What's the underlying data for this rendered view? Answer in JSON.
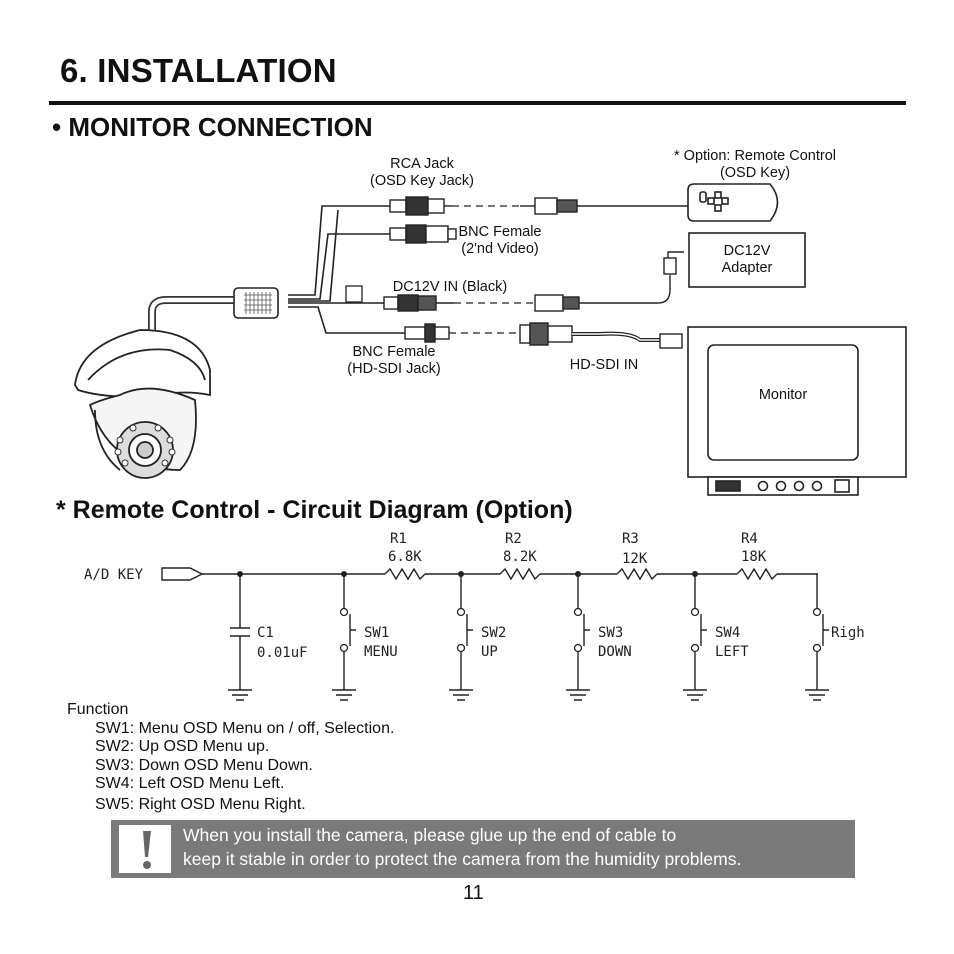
{
  "page": {
    "title": "6. INSTALLATION",
    "section_monitor": "• MONITOR CONNECTION",
    "section_remote": "* Remote Control - Circuit Diagram (Option)",
    "page_number": "11"
  },
  "diagram": {
    "rca_jack": [
      "RCA Jack",
      "(OSD Key Jack)"
    ],
    "option_remote": [
      "* Option: Remote Control",
      "(OSD Key)"
    ],
    "bnc_female_2nd": [
      "BNC Female",
      "(2'nd Video)"
    ],
    "dc12v_adapter": [
      "DC12V",
      "Adapter"
    ],
    "dc12v_in": "DC12V IN (Black)",
    "bnc_female_hdsdi": [
      "BNC Female",
      "(HD-SDI Jack)"
    ],
    "hdsdi_in": "HD-SDI IN",
    "monitor": "Monitor"
  },
  "circuit": {
    "input_label": "A/D KEY",
    "capacitor": [
      "C1",
      "0.01uF"
    ],
    "resistors": [
      {
        "name": "R1",
        "value": "6.8K"
      },
      {
        "name": "R2",
        "value": "8.2K"
      },
      {
        "name": "R3",
        "value": "12K"
      },
      {
        "name": "R4",
        "value": "18K"
      }
    ],
    "switches": [
      {
        "name": "SW1",
        "label": "MENU"
      },
      {
        "name": "SW2",
        "label": "UP"
      },
      {
        "name": "SW3",
        "label": "DOWN"
      },
      {
        "name": "SW4",
        "label": "LEFT"
      },
      {
        "name": "",
        "label": "Righ"
      }
    ]
  },
  "functions": {
    "heading": "Function",
    "lines": [
      "SW1: Menu OSD Menu on / off, Selection.",
      "SW2: Up OSD Menu up.",
      "SW3: Down OSD Menu Down.",
      "SW4: Left OSD Menu Left.",
      "SW5: Right OSD Menu Right."
    ]
  },
  "warning": {
    "line1": "When you install the camera, please glue up the end of cable to",
    "line2": "keep it stable in order to protect the camera from the humidity problems."
  }
}
